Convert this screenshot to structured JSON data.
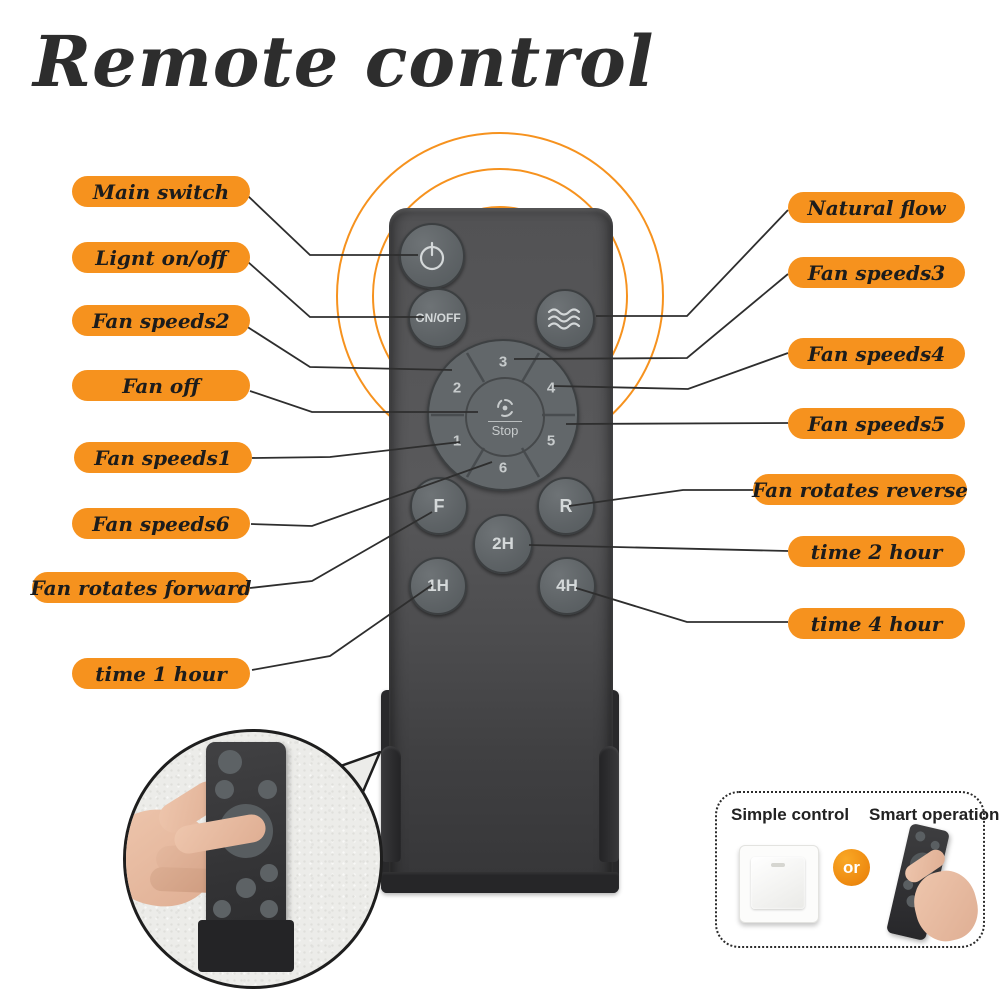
{
  "title": "Remote control",
  "colors": {
    "accent_orange": "#F6921E",
    "connector_line": "#2e2e2e",
    "remote_body": "#4d4d4f",
    "button_face": "#62676a",
    "button_text": "#d4d8d9",
    "title_text": "#2d2d2d"
  },
  "labels_left": [
    "Main switch",
    "Lignt on/off",
    "Fan speeds2",
    "Fan off",
    "Fan speeds1",
    "Fan speeds6",
    "Fan rotates forward",
    "time 1 hour"
  ],
  "labels_right": [
    "Natural flow",
    "Fan speeds3",
    "Fan speeds4",
    "Fan speeds5",
    "Fan rotates reverse",
    "time 2 hour",
    "time 4 hour"
  ],
  "remote": {
    "onoff_label": "ON/OFF",
    "stop_label": "Stop",
    "pad_numbers": [
      "1",
      "2",
      "3",
      "4",
      "5",
      "6"
    ],
    "buttons": {
      "forward": "F",
      "reverse": "R",
      "h2": "2H",
      "h1": "1H",
      "h4": "4H"
    },
    "icons": {
      "power": "⏻",
      "waves": "≋",
      "fan": "✢"
    }
  },
  "panel": {
    "simple_label": "Simple control",
    "smart_label": "Smart operation",
    "or_label": "or"
  }
}
